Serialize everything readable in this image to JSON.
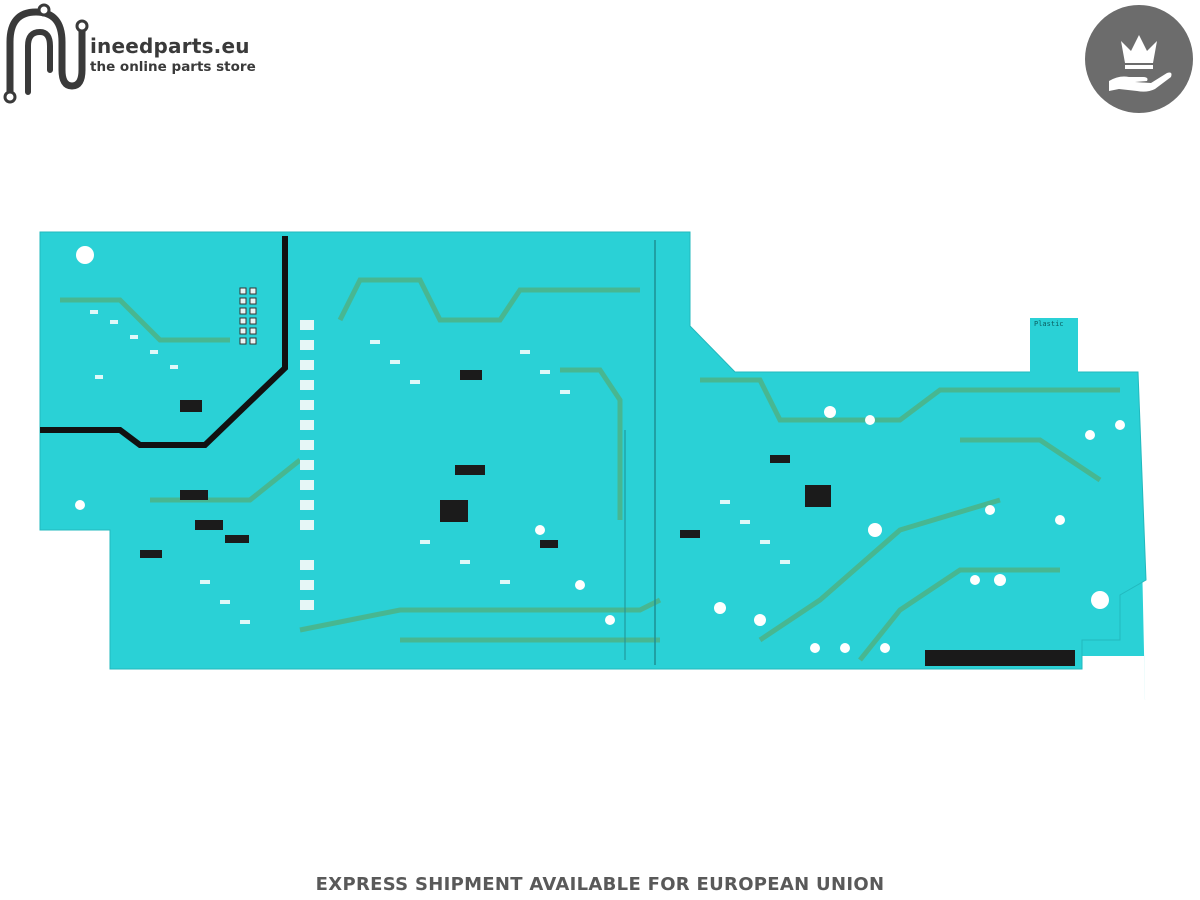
{
  "brand": {
    "name": "ineedparts.eu",
    "tagline": "the online parts store"
  },
  "badge": {
    "icon": "crown-hand-icon",
    "color": "#6c6c6c"
  },
  "product_image": {
    "subject": "printed circuit board",
    "board_color": "#2ad1d6",
    "tab_label": "Plastic"
  },
  "footer": {
    "text": "EXPRESS SHIPMENT AVAILABLE FOR EUROPEAN UNION"
  }
}
